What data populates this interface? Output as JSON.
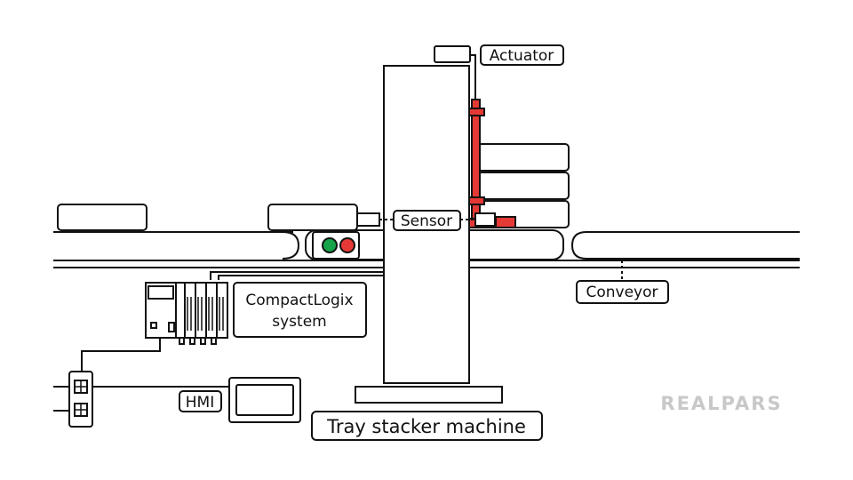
{
  "labels": {
    "actuator": "Actuator",
    "sensor": "Sensor",
    "compactlogix_line1": "CompactLogix",
    "compactlogix_line2": "system",
    "conveyor": "Conveyor",
    "hmi": "HMI",
    "machine": "Tray stacker machine"
  },
  "brand": {
    "name": "REALPARS",
    "color": "#c8c8c8"
  },
  "colors": {
    "stroke": "#111111",
    "actuator_red": "#e53935",
    "indicator_green": "#16a34a",
    "indicator_red": "#e53935"
  },
  "indicators": [
    {
      "name": "green-light",
      "state": "on"
    },
    {
      "name": "red-light",
      "state": "on"
    }
  ]
}
